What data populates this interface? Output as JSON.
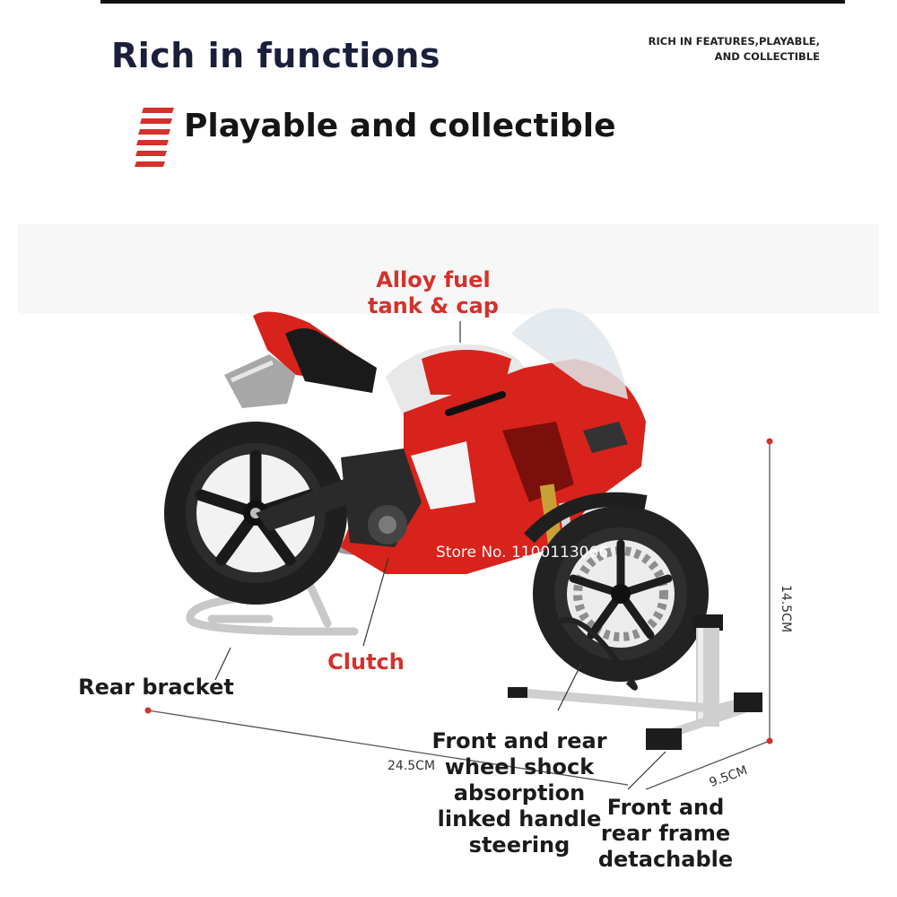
{
  "header": {
    "title": "Rich in functions",
    "corner_note_line1": "RICH IN FEATURES,PLAYABLE,",
    "corner_note_line2": "AND COLLECTIBLE",
    "subtitle": "Playable and collectible"
  },
  "callouts": {
    "fuel_tank_line1": "Alloy fuel",
    "fuel_tank_line2": "tank & cap",
    "clutch": "Clutch",
    "rear_bracket": "Rear bracket",
    "shock_line1": "Front and rear",
    "shock_line2": "wheel shock",
    "shock_line3": "absorption",
    "shock_line4": "linked handle",
    "shock_line5": "steering",
    "frame_line1": "Front and",
    "frame_line2": "rear frame",
    "frame_line3": "detachable"
  },
  "dimensions": {
    "height": "14.5CM",
    "length": "24.5CM",
    "width": "9.5CM"
  },
  "watermark": "Store No. 1100113066",
  "colors": {
    "accent_red": "#d5312b",
    "title_navy": "#1a1f3a",
    "bike_red": "#d8221c"
  },
  "icons": {
    "stripes": "red-slanted-stripes-icon"
  }
}
